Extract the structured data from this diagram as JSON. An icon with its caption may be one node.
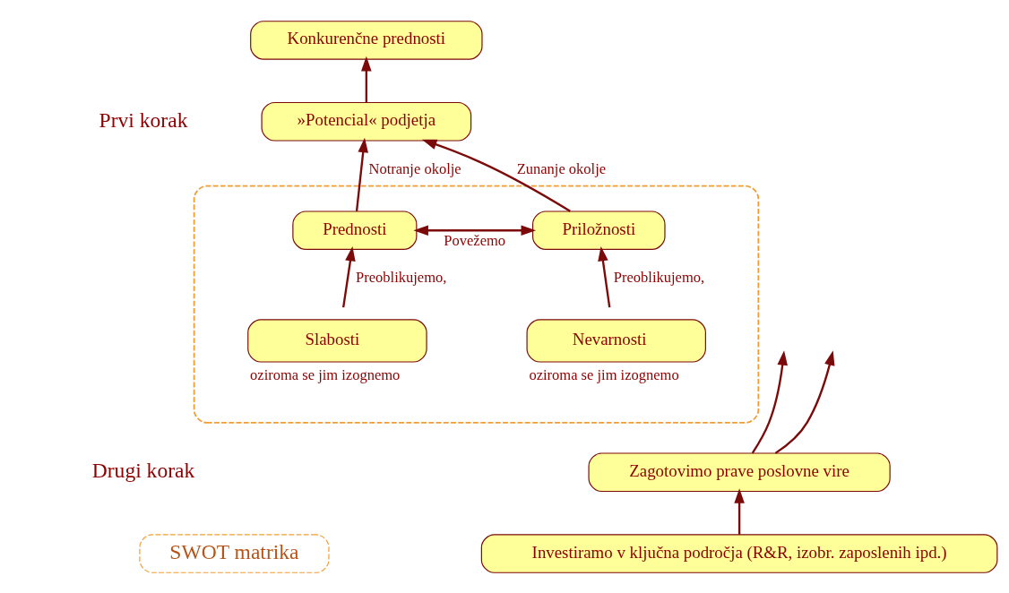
{
  "diagram": {
    "nodes": [
      {
        "text": [
          "Konkurenčne prednosti"
        ]
      },
      {
        "text": [
          "»Potencial« podjetja"
        ]
      },
      {
        "text": [
          "SWOT matrika"
        ]
      },
      {
        "text": [],
        "shape": "box"
      },
      {
        "text": [
          "Prednosti"
        ],
        "in": 3
      },
      {
        "text": [
          "Priložnosti"
        ],
        "in": 3
      },
      {
        "text": [
          "Slabosti"
        ],
        "in": 3,
        "beside": [
          "oziroma se jim izognemo"
        ]
      },
      {
        "text": [
          "Nevarnosti"
        ],
        "in": 3,
        "beside": [
          "oziroma se jim izognemo"
        ]
      },
      {
        "text": [
          "Zagotovimo prave poslovne vire"
        ]
      },
      {
        "text": [
          "Investiramo v ključna področja (R&R, izobr. zaposlenih ipd.)"
        ]
      }
    ],
    "edges": [
      {
        "from": 1,
        "to": 0,
        "arrow": "to"
      },
      {
        "from": 4,
        "to": 1,
        "arrow": "to",
        "label": "Notranje okolje"
      },
      {
        "from": 5,
        "to": 1,
        "arrow": "to",
        "label": "Zunanje okolje"
      },
      {
        "from": 4,
        "to": 5,
        "arrow": "both",
        "label": "Povežemo"
      },
      {
        "from": 6,
        "to": 4,
        "arrow": "to",
        "label": "Preoblikujemo,"
      },
      {
        "from": 7,
        "to": 5,
        "arrow": "to",
        "label": "Preoblikujemo,"
      },
      {
        "from": 8,
        "to": null,
        "arrow": "to"
      },
      {
        "from": 8,
        "to": null,
        "arrow": "to"
      },
      {
        "from": 9,
        "to": 8,
        "arrow": "to"
      }
    ],
    "labels": [
      "Prvi korak",
      "Drugi korak"
    ]
  }
}
